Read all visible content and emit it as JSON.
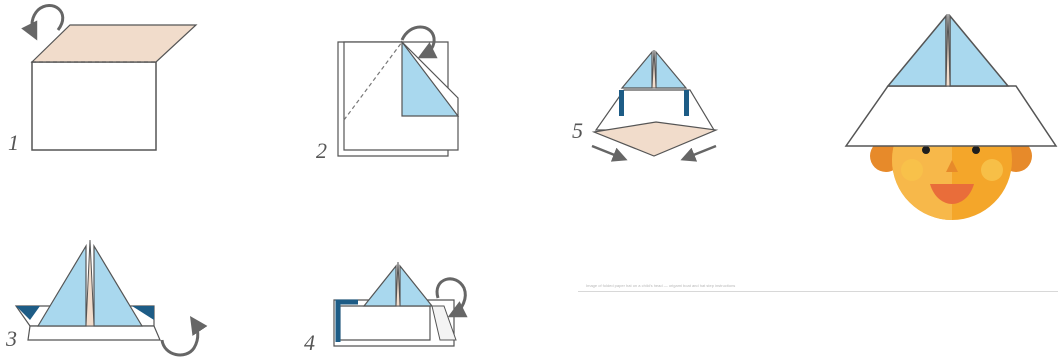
{
  "steps": [
    {
      "number": "1"
    },
    {
      "number": "2"
    },
    {
      "number": "3"
    },
    {
      "number": "4"
    },
    {
      "number": "5"
    }
  ],
  "caption": "Image of folded paper hat on a child's head — origami boat and hat step instructions",
  "colors": {
    "outline": "#555555",
    "paper": "#ffffff",
    "flap": "#f1dccb",
    "blue": "#a9d8ee",
    "dark_blue": "#1d5c86",
    "arrow": "#666666",
    "face": "#f4a62a",
    "hair": "#e78a2a",
    "mouth": "#e96d3a"
  },
  "icons": [
    "curved-arrow-icon",
    "straight-arrow-icon"
  ]
}
